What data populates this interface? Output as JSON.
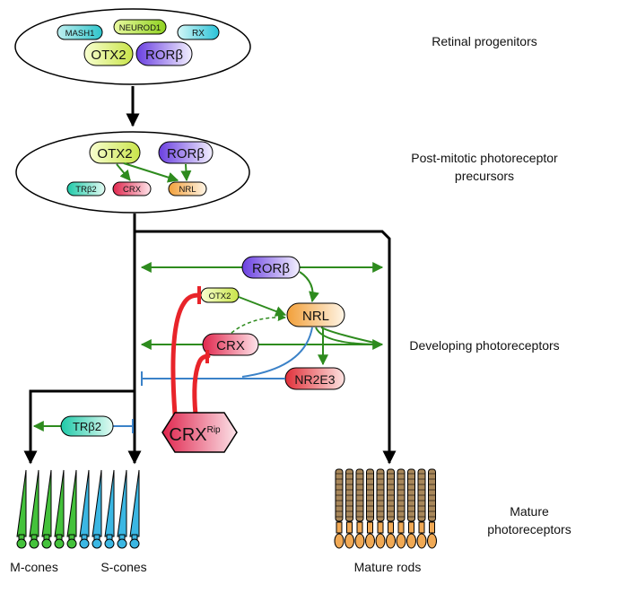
{
  "stages": {
    "retinal_progenitors": "Retinal progenitors",
    "post_mitotic_line1": "Post-mitotic photoreceptor",
    "post_mitotic_line2": "precursors",
    "developing": "Developing photoreceptors",
    "mature_line1": "Mature",
    "mature_line2": "photoreceptors"
  },
  "progenitor_factors": {
    "mash1": "MASH1",
    "neurod1": "NEUROD1",
    "rx": "RX",
    "otx2": "OTX2",
    "rorb": "RORβ"
  },
  "precursor_factors": {
    "otx2": "OTX2",
    "rorb": "RORβ",
    "trb2": "TRβ2",
    "crx": "CRX",
    "nrl": "NRL"
  },
  "developing_factors": {
    "rorb": "RORβ",
    "otx2": "OTX2",
    "nrl": "NRL",
    "crx": "CRX",
    "nr2e3": "NR2E3",
    "trb2": "TRβ2",
    "crx_rip": "CRX",
    "crx_rip_sup": "Rip"
  },
  "cells": {
    "m_cones": "M-cones",
    "s_cones": "S-cones",
    "mature_rods": "Mature rods"
  },
  "colors": {
    "activation": "#2e8b1e",
    "repression_red": "#e8242a",
    "repression_blue": "#3b82c8",
    "m_cone": "#44c23b",
    "s_cone": "#3bb7e3",
    "rod": "#a8875a",
    "rod_foot": "#f0a955"
  }
}
